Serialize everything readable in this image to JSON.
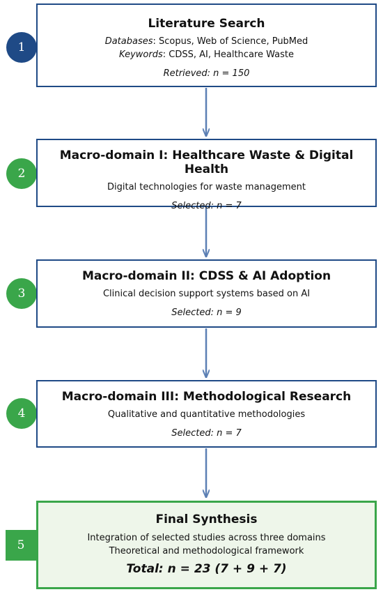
{
  "steps": [
    {
      "number": "1",
      "title": "Literature Search",
      "databases_label": "Databases",
      "databases_value": ": Scopus, Web of Science, PubMed",
      "keywords_label": "Keywords",
      "keywords_value": ": CDSS, AI, Healthcare Waste",
      "count": "Retrieved: n = 150"
    },
    {
      "number": "2",
      "title": "Macro-domain I: Healthcare Waste & Digital Health",
      "description": "Digital technologies for waste management",
      "count": "Selected: n = 7"
    },
    {
      "number": "3",
      "title": "Macro-domain II: CDSS & AI Adoption",
      "description": "Clinical decision support systems based on AI",
      "count": "Selected: n = 9"
    },
    {
      "number": "4",
      "title": "Macro-domain III: Methodological Research",
      "description": "Qualitative and quantitative methodologies",
      "count": "Selected: n = 7"
    },
    {
      "number": "5",
      "title": "Final Synthesis",
      "description_1": "Integration of selected studies across three domains",
      "description_2": "Theoretical and methodological framework",
      "total": "Total: n = 23 (7 + 9 + 7)"
    }
  ],
  "colors": {
    "primary": "#1f4a86",
    "accent": "#3aa64a",
    "final_fill": "#eef6ea",
    "arrow": "#5b7fb4"
  }
}
